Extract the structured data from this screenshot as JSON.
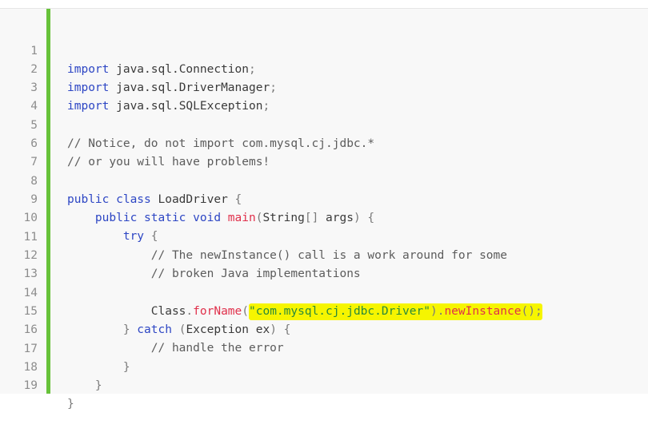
{
  "code": {
    "line_numbers": [
      "1",
      "2",
      "3",
      "4",
      "5",
      "6",
      "7",
      "8",
      "9",
      "10",
      "11",
      "12",
      "13",
      "14",
      "15",
      "16",
      "17",
      "18",
      "19"
    ],
    "l1": {
      "kw": "import",
      "rest": " java.sql.Connection",
      "end": ";"
    },
    "l2": {
      "kw": "import",
      "rest": " java.sql.DriverManager",
      "end": ";"
    },
    "l3": {
      "kw": "import",
      "rest": " java.sql.SQLException",
      "end": ";"
    },
    "l5": {
      "comment": "// Notice, do not import com.mysql.cj.jdbc.*"
    },
    "l6": {
      "comment": "// or you will have problems!"
    },
    "l8": {
      "kw": "public class",
      "name": " LoadDriver ",
      "brace": "{"
    },
    "l9": {
      "indent": "    ",
      "kw": "public static void",
      "sp": " ",
      "fn": "main",
      "p1": "(",
      "type": "String",
      "p2": "[]",
      "args": " args",
      "p3": ")",
      "brace": " {"
    },
    "l10": {
      "indent": "        ",
      "kw": "try",
      "brace": " {"
    },
    "l11": {
      "indent": "            ",
      "comment": "// The newInstance() call is a work around for some"
    },
    "l12": {
      "indent": "            ",
      "comment": "// broken Java implementations"
    },
    "l14": {
      "indent": "            ",
      "cls": "Class",
      "dot1": ".",
      "fn1": "forName",
      "p1": "(",
      "str": "\"com.mysql.cj.jdbc.Driver\"",
      "p2": ")",
      "dot2": ".",
      "fn2": "newInstance",
      "p3": "();"
    },
    "l15": {
      "indent": "        ",
      "brace1": "}",
      "kw": " catch",
      "p1": " (",
      "type": "Exception ex",
      "p2": ")",
      "brace2": " {"
    },
    "l16": {
      "indent": "            ",
      "comment": "// handle the error"
    },
    "l17": {
      "indent": "        ",
      "brace": "}"
    },
    "l18": {
      "indent": "    ",
      "brace": "}"
    },
    "l19": {
      "brace": "}"
    }
  },
  "colors": {
    "gutter_bar": "#67c23a",
    "highlight": "#f6f500",
    "keyword": "#2d46c4",
    "function": "#e0304b",
    "comment": "#5c5c5c"
  }
}
